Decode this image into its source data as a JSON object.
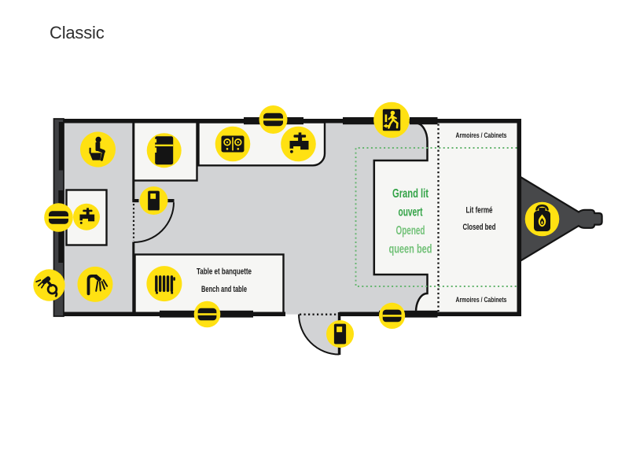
{
  "title": "Classic",
  "colors": {
    "background": "#ffffff",
    "floor": "#d2d3d5",
    "wall": "#141414",
    "end_wall": "#3f4043",
    "tongue": "#47484a",
    "room_fill": "#f6f6f4",
    "marker_yellow": "#ffe112",
    "green_french": "#33a347",
    "green_english": "#72c178",
    "green_dotted": "#64b46e",
    "text_dark": "#1b1b1b",
    "title_color": "#2e2e2e"
  },
  "floorplan": {
    "model_name": "Classic",
    "labels": {
      "cabinets_top": "Armoires / Cabinets",
      "cabinets_bottom": "Armoires / Cabinets",
      "closed_bed_line1": "Lit fermé",
      "closed_bed_line2": "Closed bed",
      "open_bed_line1": "Grand lit",
      "open_bed_line2": "ouvert",
      "open_bed_line3": "Opened",
      "open_bed_line4": "queen bed",
      "dinette_line1": "Table et banquette",
      "dinette_line2": "Bench and table"
    },
    "icons": [
      {
        "id": "toilet-icon",
        "meaning": "toilet"
      },
      {
        "id": "fridge-icon",
        "meaning": "refrigerator"
      },
      {
        "id": "stove-icon",
        "meaning": "cooktop"
      },
      {
        "id": "kitchen-faucet-icon",
        "meaning": "kitchen sink"
      },
      {
        "id": "bath-faucet-icon",
        "meaning": "bathroom sink"
      },
      {
        "id": "shower-icon",
        "meaning": "shower"
      },
      {
        "id": "outdoor-shower-icon",
        "meaning": "exterior shower"
      },
      {
        "id": "heater-icon",
        "meaning": "furnace / heater"
      },
      {
        "id": "window-icon",
        "meaning": "window"
      },
      {
        "id": "door-icon",
        "meaning": "door"
      },
      {
        "id": "emergency-exit-icon",
        "meaning": "emergency exit window"
      },
      {
        "id": "propane-icon",
        "meaning": "propane tank"
      }
    ]
  }
}
